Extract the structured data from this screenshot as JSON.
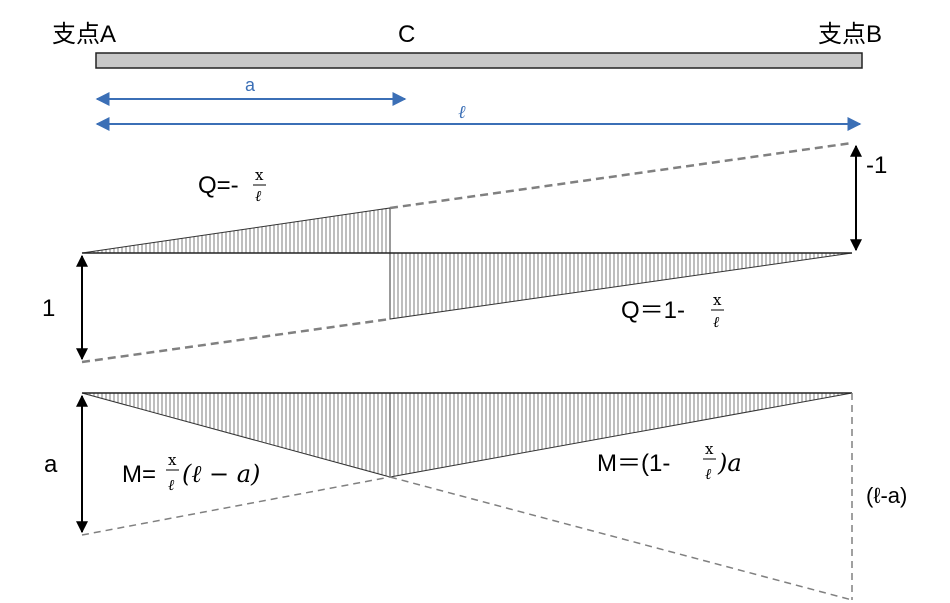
{
  "labels": {
    "support_a": "支点A",
    "point_c": "C",
    "support_b": "支点B",
    "dim_a": "a",
    "dim_l": "ℓ",
    "shear_left_value": "1",
    "shear_right_value": "-1",
    "moment_left_value": "a",
    "moment_right_value": "(ℓ-a)"
  },
  "formulas": {
    "q_left_prefix": "Q=-",
    "q_right_prefix": "Q＝1-",
    "frac_num": "x",
    "frac_den": "ℓ",
    "m_left_prefix": "M=",
    "m_left_suffix": "(ℓ − a)",
    "m_right_prefix": "M＝(1-",
    "m_right_suffix": ")a"
  },
  "colors": {
    "dimension": "#3b6fb6",
    "beam_fill": "#c8c8c8",
    "dashed": "#808080"
  }
}
